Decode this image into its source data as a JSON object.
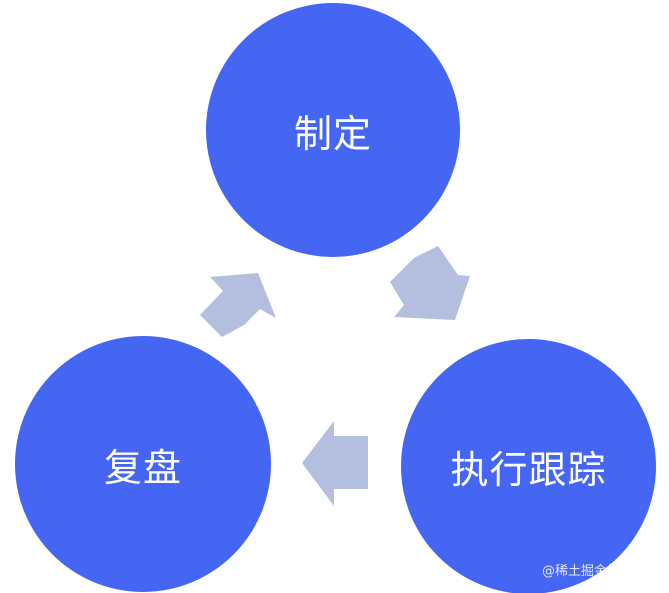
{
  "colors": {
    "node_fill": "#4466f2",
    "arrow_fill": "#b4bedf",
    "text": "#ffffff"
  },
  "nodes": {
    "top": {
      "label": "制定"
    },
    "right": {
      "label": "执行跟踪"
    },
    "left": {
      "label": "复盘"
    }
  },
  "arrows": [
    {
      "from": "top",
      "to": "right",
      "icon": "arrow-right-down"
    },
    {
      "from": "right",
      "to": "left",
      "icon": "arrow-left"
    },
    {
      "from": "left",
      "to": "top",
      "icon": "arrow-right-up"
    }
  ],
  "watermark": "@稀土掘金技术社区"
}
